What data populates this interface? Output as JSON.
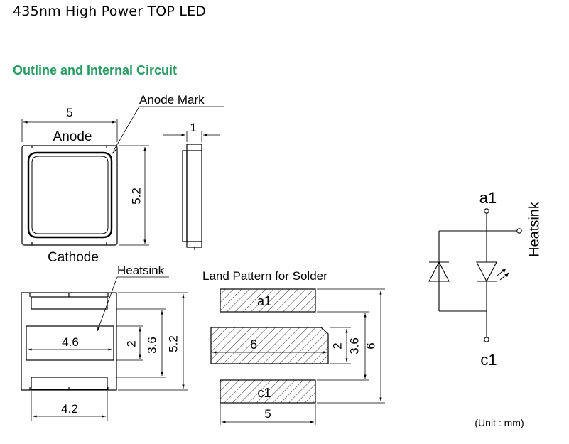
{
  "page": {
    "title": "435nm High Power TOP LED",
    "section_heading": "Outline and Internal Circuit",
    "unit_note": "(Unit : mm)"
  },
  "top_view": {
    "width_dim": "5",
    "height_dim": "5.2",
    "anode_label": "Anode",
    "cathode_label": "Cathode",
    "anode_mark_label": "Anode Mark"
  },
  "side_view": {
    "thickness_dim": "1"
  },
  "bottom_view": {
    "heatsink_label": "Heatsink",
    "heatsink_width_dim": "4.6",
    "heatsink_height_dim": "2",
    "pad_span_dim": "3.6",
    "body_height_dim": "5.2",
    "pad_width_dim": "4.2"
  },
  "land_pattern": {
    "title": "Land Pattern for Solder",
    "pad_a_label": "a1",
    "center_label": "6",
    "pad_c_label": "c1",
    "center_height_dim": "2",
    "pad_span_dim": "3.6",
    "total_height_dim": "6",
    "width_dim": "5"
  },
  "circuit": {
    "anode_terminal": "a1",
    "cathode_terminal": "c1",
    "heatsink_label": "Heatsink"
  },
  "colors": {
    "section_heading": "#2a9a63",
    "line": "#000000"
  }
}
